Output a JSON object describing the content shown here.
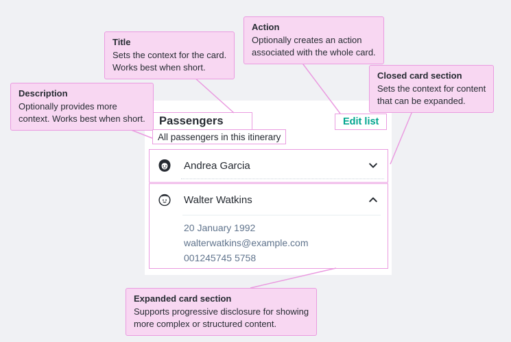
{
  "colors": {
    "background": "#f0f1f4",
    "surface": "#ffffff",
    "annotation_fill": "#f8d7f2",
    "annotation_border": "#ea9ae0",
    "ink": "#252a31",
    "ink_secondary": "#5f738c",
    "action_accent": "#00a58e",
    "divider": "#e8edf1"
  },
  "card": {
    "title": "Passengers",
    "description": "All passengers in this itinerary",
    "action_label": "Edit list",
    "sections": [
      {
        "name": "Andrea Garcia",
        "avatar_icon": "woman-avatar-icon",
        "chevron_icon": "chevron-down-icon",
        "expanded": false
      },
      {
        "name": "Walter Watkins",
        "avatar_icon": "boy-avatar-icon",
        "chevron_icon": "chevron-up-icon",
        "expanded": true,
        "details": [
          "20 January 1992",
          "walterwatkins@example.com",
          "001245745 5758"
        ]
      }
    ]
  },
  "annotations": {
    "title": {
      "heading": "Title",
      "line1": "Sets the context for the card.",
      "line2": "Works best when short."
    },
    "action": {
      "heading": "Action",
      "line1": "Optionally creates an action",
      "line2": "associated with the whole card."
    },
    "description": {
      "heading": "Description",
      "line1": "Optionally provides more",
      "line2": "context. Works best when short."
    },
    "closed": {
      "heading": "Closed card section",
      "line1": "Sets the context for content",
      "line2": "that can be expanded."
    },
    "expanded": {
      "heading": "Expanded card section",
      "line1": "Supports progressive disclosure for showing",
      "line2": "more complex or structured content."
    }
  }
}
